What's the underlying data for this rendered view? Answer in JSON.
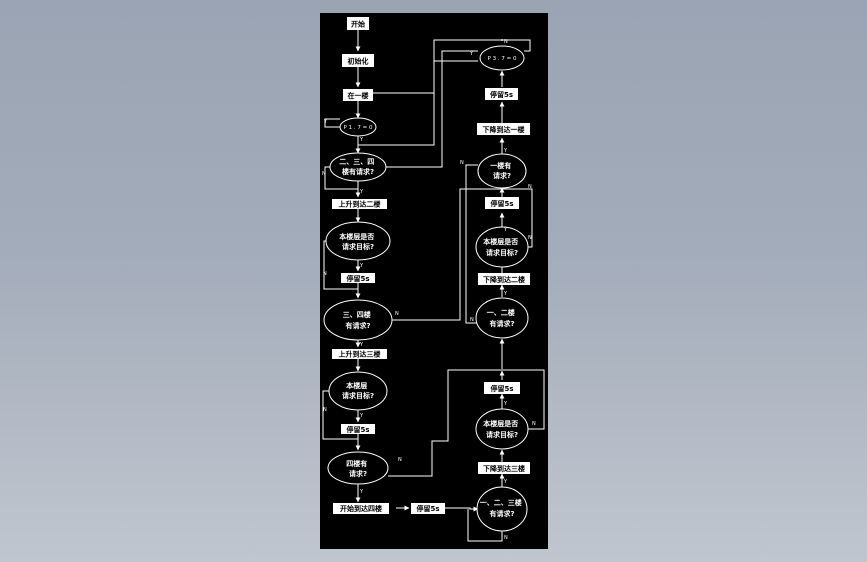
{
  "flowchart": {
    "nodes": {
      "start": [
        "开始"
      ],
      "init": [
        "初始化"
      ],
      "floor1": [
        "在一楼"
      ],
      "cond_p1": [
        "P 1 . 7 = 0"
      ],
      "cond_q1": [
        "二、三、四",
        "楼有请求?"
      ],
      "up2": [
        "上升到达二楼"
      ],
      "cond_target2": [
        "本楼层是否",
        "请求目标?"
      ],
      "stop2a": [
        "停留5s"
      ],
      "cond_q2": [
        "三、四楼",
        "有请求?"
      ],
      "up3": [
        "上升到达三楼"
      ],
      "cond_target3": [
        "本楼层",
        "请求目标?"
      ],
      "stop3a": [
        "停留5s"
      ],
      "cond_q3": [
        "四楼有",
        "请求?"
      ],
      "up4": [
        "开始到达四楼"
      ],
      "stop4": [
        "停留5s"
      ],
      "cond_r1": [
        "一、二、三楼",
        "有请求?"
      ],
      "down3": [
        "下降到达三楼"
      ],
      "cond_target3b": [
        "本楼层是否",
        "请求目标?"
      ],
      "stop3b": [
        "停留5s"
      ],
      "cond_r2": [
        "一、二楼",
        "有请求?"
      ],
      "down2": [
        "下降到达二楼"
      ],
      "cond_target2b": [
        "本楼层是否",
        "请求目标?"
      ],
      "stop2b": [
        "停留5s"
      ],
      "cond_r3": [
        "一楼有",
        "请求?"
      ],
      "down1": [
        "下降到达一楼"
      ],
      "stop1": [
        "停留5s"
      ],
      "cond_p2": [
        "P 3 . 7 = 0"
      ]
    },
    "labels": {
      "yes": "Y",
      "no": "N"
    }
  }
}
